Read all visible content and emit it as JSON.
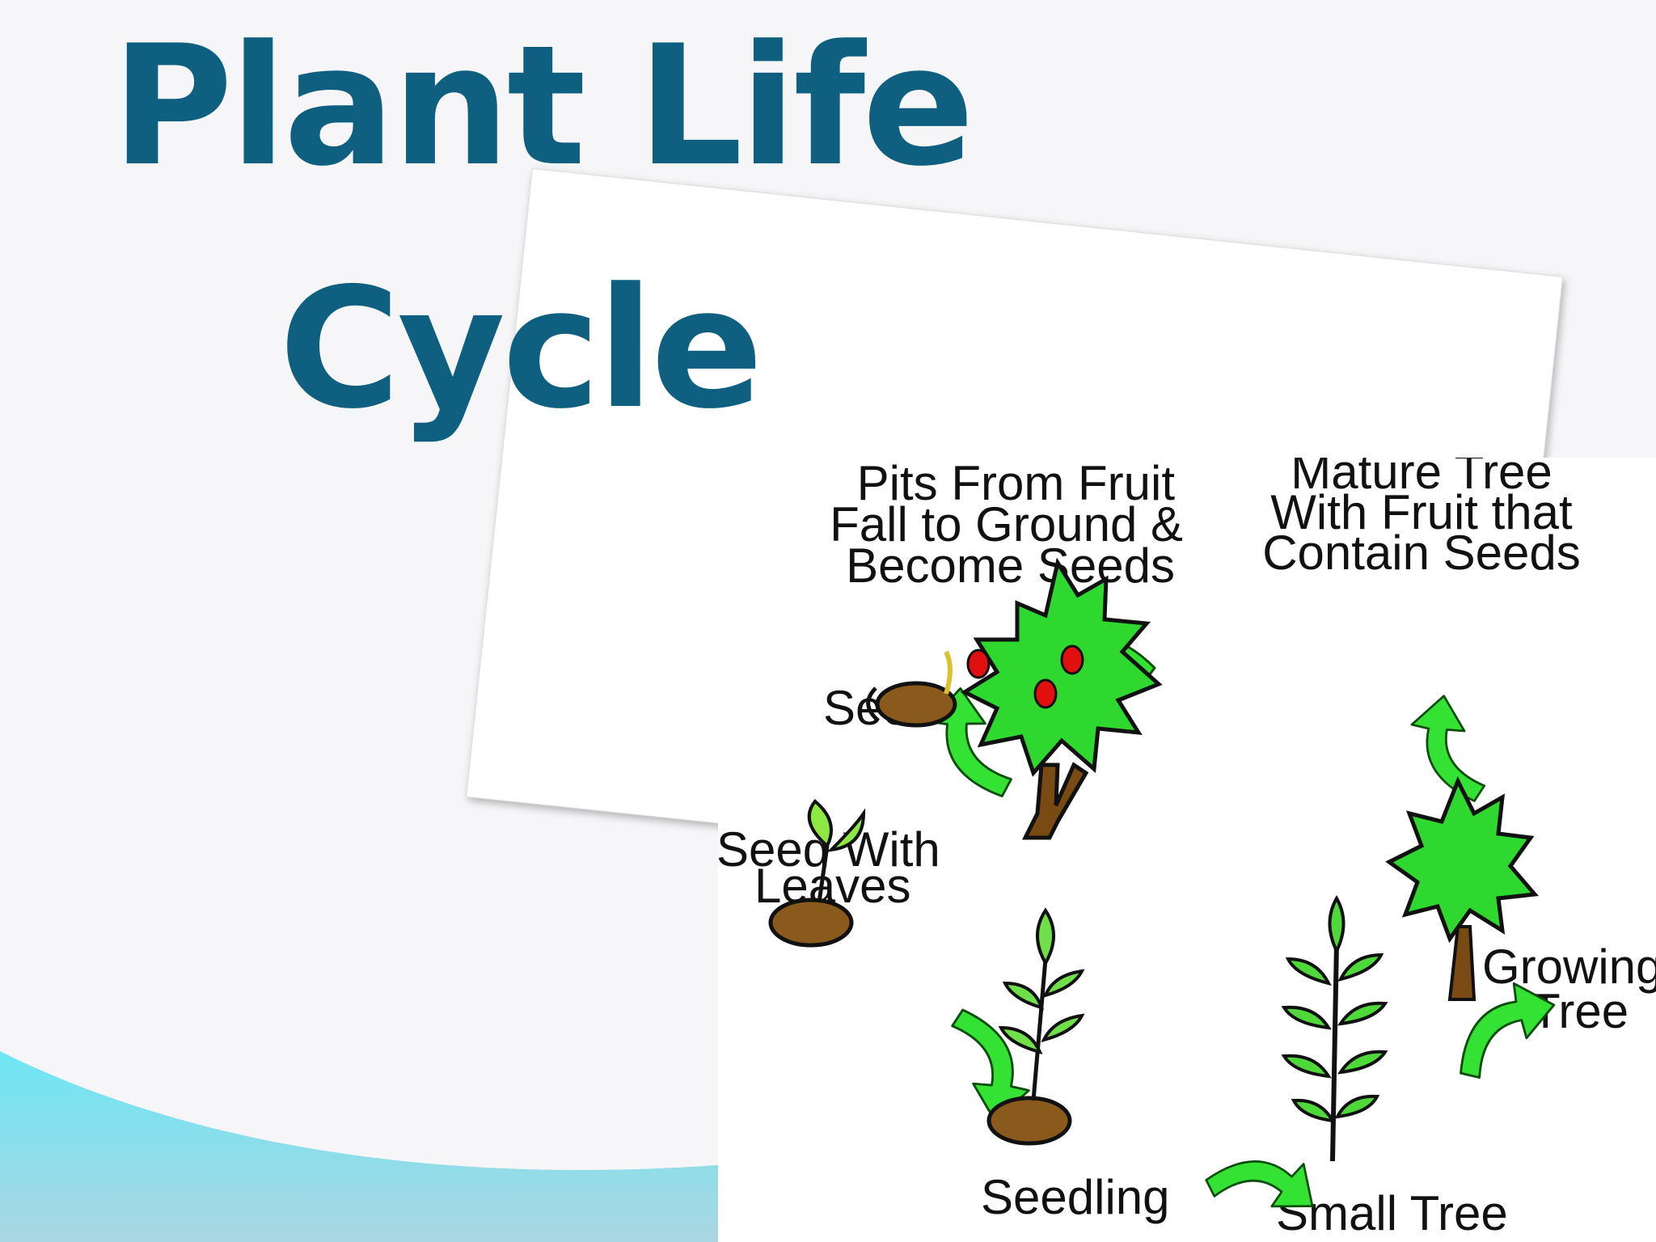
{
  "slide": {
    "title_line1": "Plant Life",
    "title_line2": "Cycle"
  },
  "colors": {
    "title": "#0f6080",
    "arrow_fill": "#33e233",
    "leaf_fill": "#2ed82e",
    "trunk": "#7a4a14",
    "fruit": "#e01010",
    "wave_top": "#6ee6f4",
    "wave_bottom": "#a9d6e2"
  },
  "diagram": {
    "stages": [
      {
        "name": "mature-tree",
        "lines": [
          "Mature Tree",
          "With Fruit that",
          "Contain Seeds"
        ]
      },
      {
        "name": "pits",
        "lines": [
          "Pits From Fruit",
          "Fall to Ground &",
          "Become Seeds"
        ]
      },
      {
        "name": "seed",
        "lines": [
          "Seed"
        ]
      },
      {
        "name": "seed-with-leaves",
        "lines": [
          "Seed With",
          "Leaves"
        ]
      },
      {
        "name": "seedling",
        "lines": [
          "Seedling"
        ]
      },
      {
        "name": "small-tree",
        "lines": [
          "Small Tree"
        ]
      },
      {
        "name": "growing-tree",
        "lines": [
          "Growing",
          "Tree"
        ]
      }
    ]
  }
}
